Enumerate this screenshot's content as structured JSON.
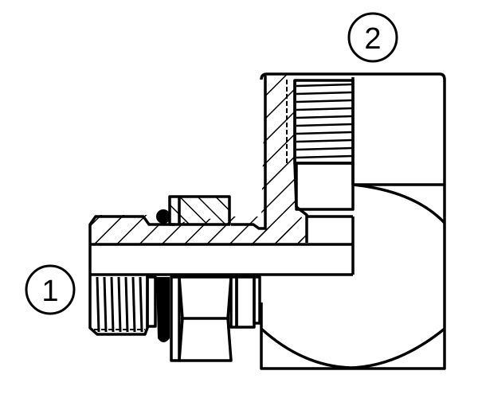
{
  "diagram": {
    "type": "technical-drawing",
    "subject": "90-degree elbow fitting, part section view",
    "colors": {
      "line": "#000000",
      "background": "#ffffff"
    },
    "callouts": [
      {
        "id": 1,
        "label": "1",
        "points_to": "male stud end (port connection)"
      },
      {
        "id": 2,
        "label": "2",
        "points_to": "female threaded swivel end"
      }
    ],
    "parts": [
      "male-threaded-stud-end",
      "o-ring-seal",
      "lock-nut",
      "hex-body",
      "elbow-body-section",
      "female-threaded-bore",
      "spherical-swivel-body"
    ]
  }
}
